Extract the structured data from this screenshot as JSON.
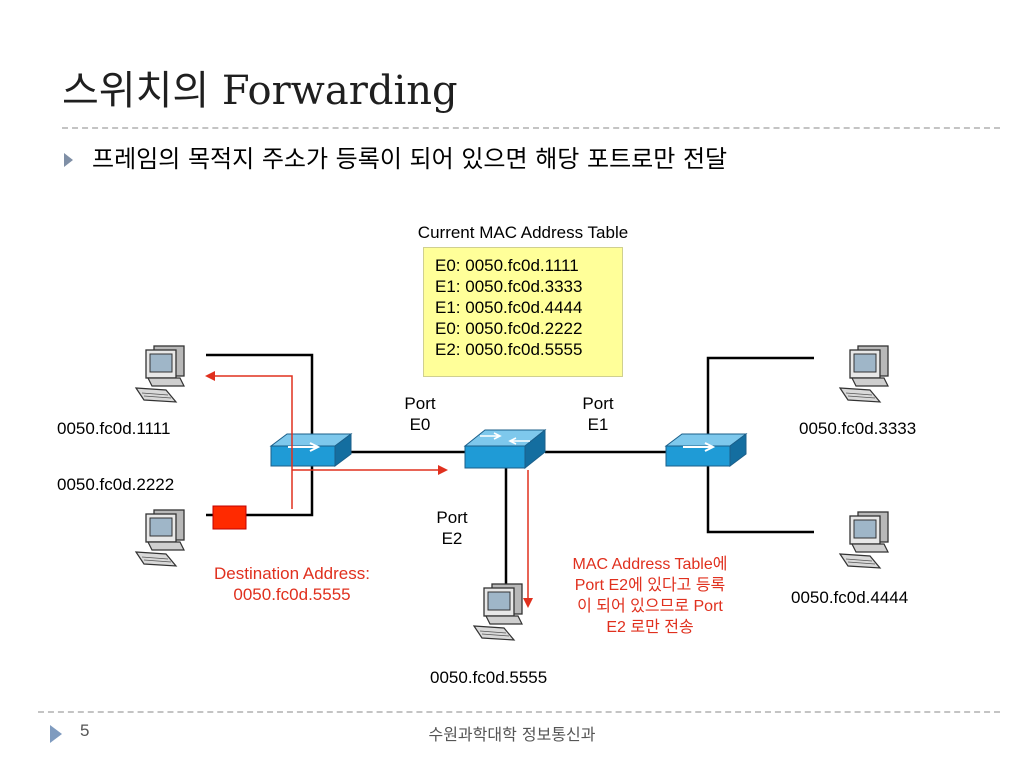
{
  "slide": {
    "title": "스위치의 Forwarding",
    "bullet": "프레임의 목적지 주소가 등록이 되어 있으면 해당 포트로만 전달",
    "page_number": "5",
    "footer": "수원과학대학 정보통신과"
  },
  "diagram": {
    "table_title": "Current MAC Address Table",
    "table_rows": [
      "E0: 0050.fc0d.1111",
      "E1: 0050.fc0d.3333",
      "E1: 0050.fc0d.4444",
      "E0: 0050.fc0d.2222",
      "E2: 0050.fc0d.5555"
    ],
    "hosts": {
      "top_left": "0050.fc0d.1111",
      "bottom_left": "0050.fc0d.2222",
      "top_right": "0050.fc0d.3333",
      "bottom_right": "0050.fc0d.4444",
      "bottom_center": "0050.fc0d.5555"
    },
    "ports": {
      "e0": [
        "Port",
        "E0"
      ],
      "e1": [
        "Port",
        "E1"
      ],
      "e2": [
        "Port",
        "E2"
      ]
    },
    "destination": [
      "Destination Address:",
      "0050.fc0d.5555"
    ],
    "note": [
      "MAC Address Table에",
      "Port E2에 있다고 등록",
      "이 되어 있으므로 Port",
      "E2 로만 전송"
    ],
    "colors": {
      "accent_red": "#e0301e",
      "table_bg": "#ffff99",
      "switch_blue": "#1f9bd6"
    }
  }
}
